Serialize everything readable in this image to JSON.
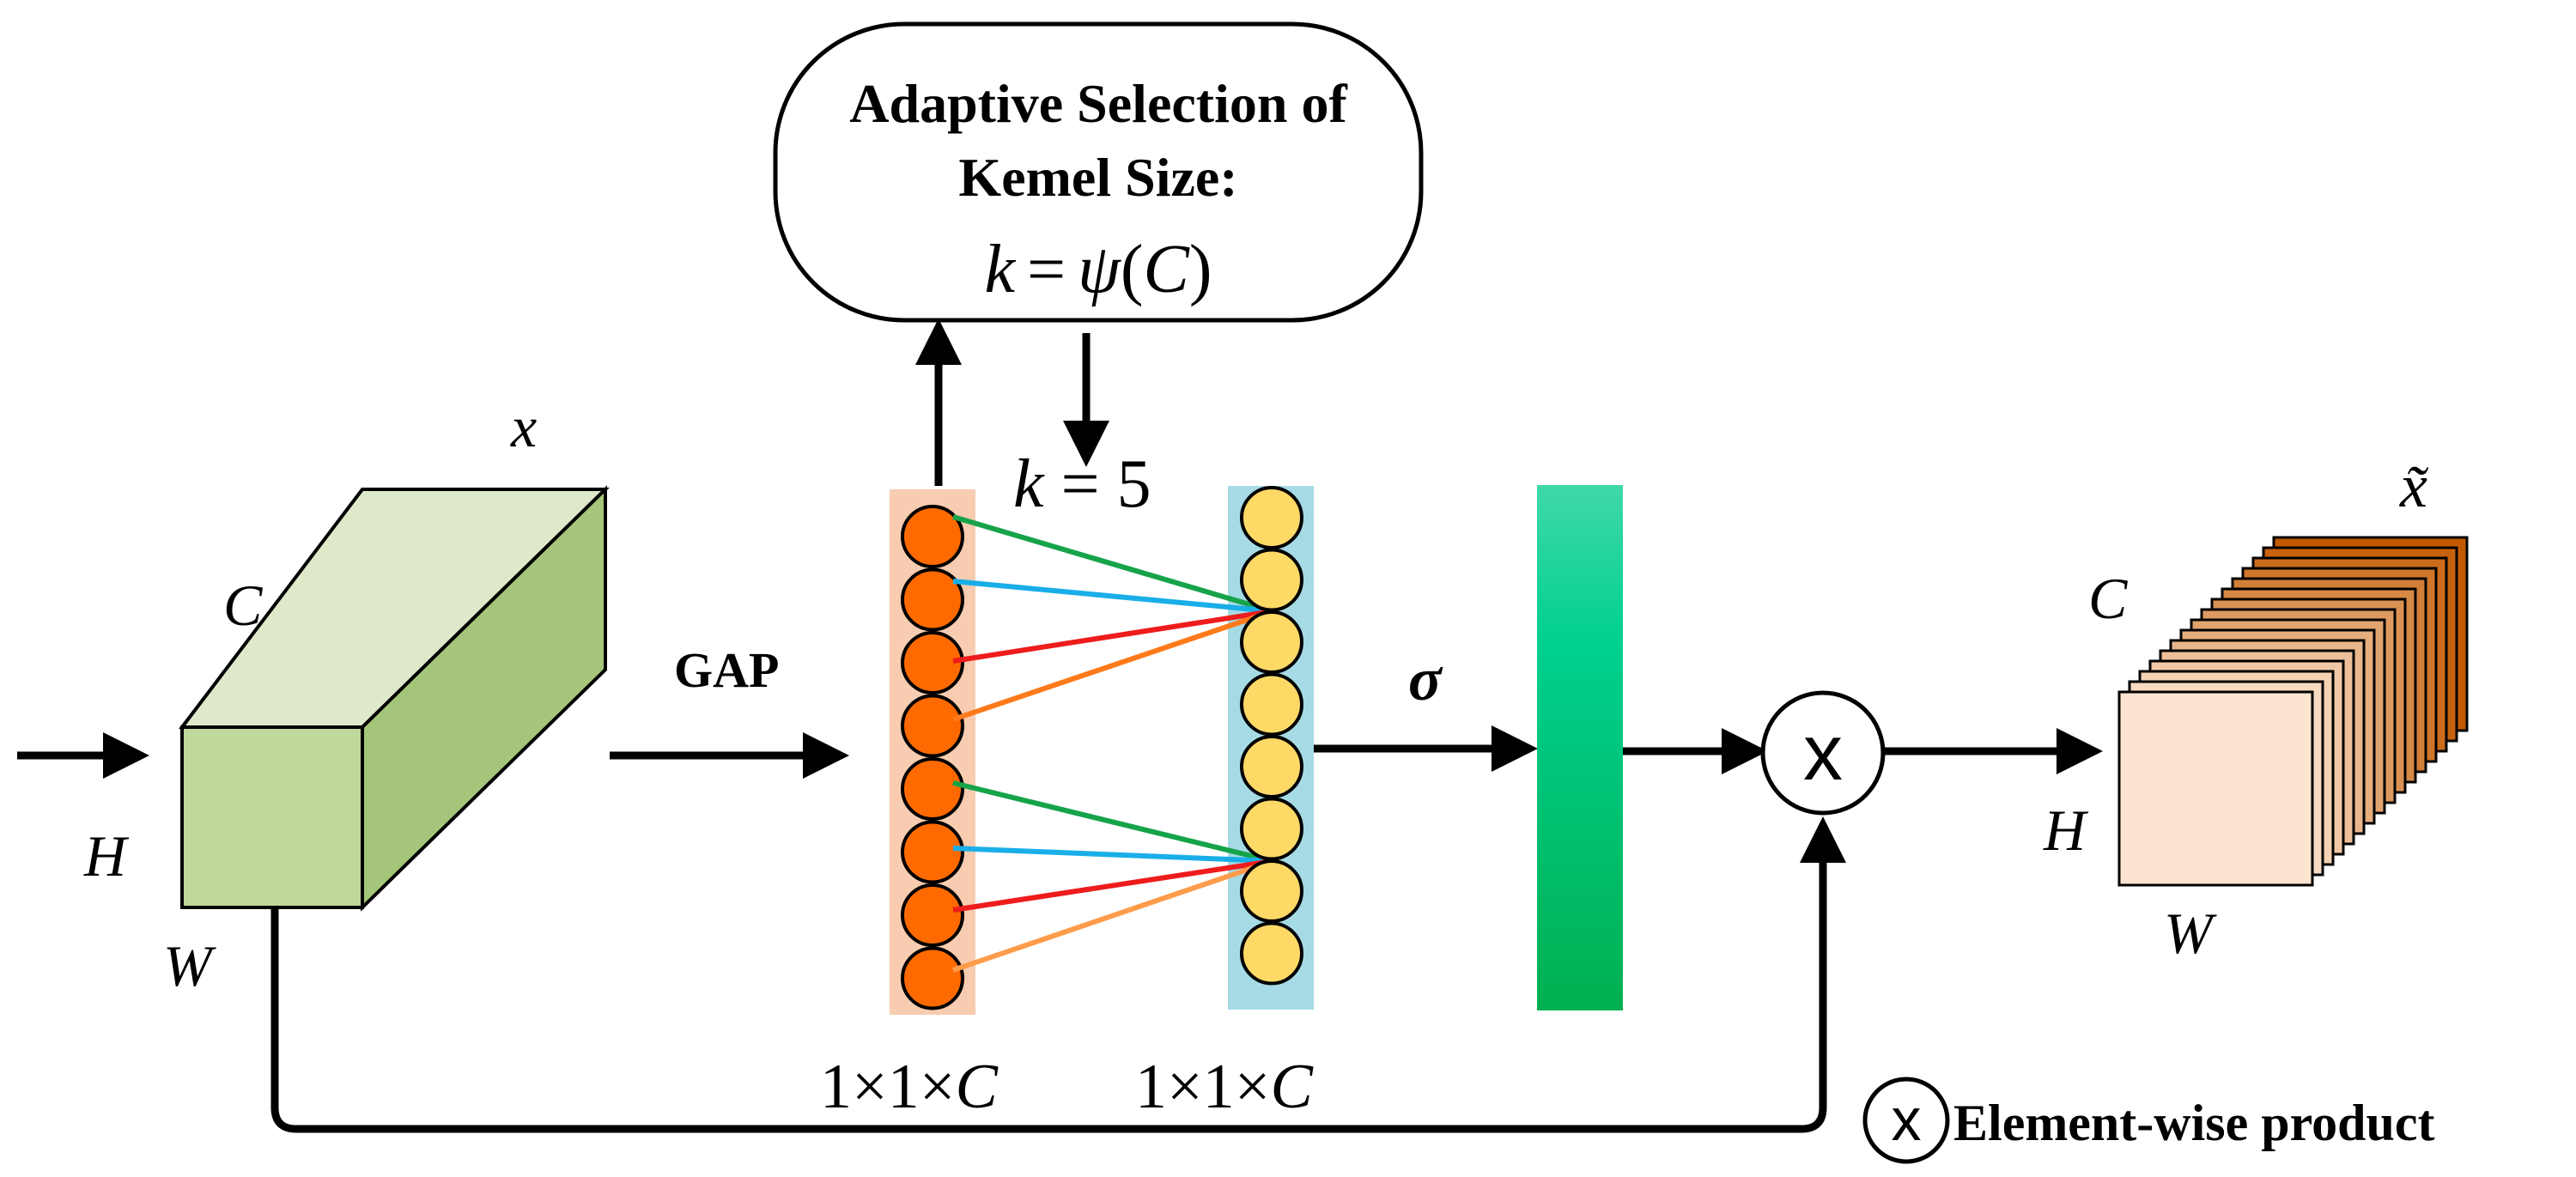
{
  "adaptive_box": {
    "line1": "Adaptive Selection of",
    "line2": "Kemel Size:",
    "formula_k": "k",
    "formula_eq": "=",
    "formula_psi": "ψ",
    "formula_open": "(",
    "formula_c": "C",
    "formula_close": ")"
  },
  "k_label": {
    "var": "k",
    "rest": " = 5"
  },
  "input_block": {
    "x": "x",
    "c": "C",
    "h": "H",
    "w": "W"
  },
  "gap_label": "GAP",
  "sigma_label": "σ",
  "vector_labels": {
    "left": "1×1×",
    "left_c": "C",
    "right": "1×1×",
    "right_c": "C"
  },
  "multiply_symbol": "x",
  "output_block": {
    "x": "x̃",
    "c": "C",
    "h": "H",
    "w": "W"
  },
  "legend": {
    "symbol": "x",
    "text": "Element-wise product"
  },
  "colors": {
    "block_front": "#c0d89c",
    "block_top": "#dde9c8",
    "block_side": "#a5c67a",
    "left_bar": "#f8ccb0",
    "left_circle": "#ff6a00",
    "right_bar": "#a6dbe6",
    "right_circle": "#ffd966",
    "green_bar_top": "#40d8a8",
    "green_bar_bottom": "#00b050",
    "line_green": "#16a34a",
    "line_blue": "#1aaee8",
    "line_red": "#ee1c1c",
    "line_orange": "#ff7a1a",
    "line_light_orange": "#ff9c4a",
    "output_front": "#fde4d0",
    "output_dark": "#c35a00"
  }
}
